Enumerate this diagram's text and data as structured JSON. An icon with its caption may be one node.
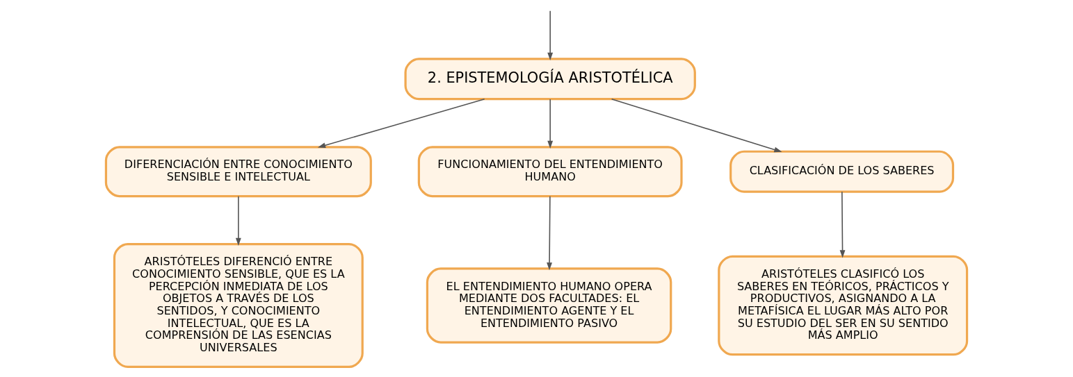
{
  "diagram": {
    "nodes": [
      {
        "text": [
          "2. EPISTEMOLOGÍA ARISTOTÉLICA"
        ]
      },
      {
        "text": [
          "DIFERENCIACIÓN ENTRE CONOCIMIENTO SENSIBLE E INTELECTUAL"
        ]
      },
      {
        "text": [
          "FUNCIONAMIENTO DEL ENTENDIMIENTO HUMANO"
        ]
      },
      {
        "text": [
          "CLASIFICACIÓN DE LOS SABERES"
        ]
      },
      {
        "text": [
          "ARISTÓTELES DIFERENCIÓ ENTRE CONOCIMIENTO SENSIBLE, QUE ES LA PERCEPCIÓN INMEDIATA DE LOS OBJETOS A TRAVÉS DE LOS SENTIDOS, Y CONOCIMIENTO INTELECTUAL, QUE ES LA COMPRENSIÓN DE LAS ESENCIAS UNIVERSALES"
        ]
      },
      {
        "text": [
          "EL ENTENDIMIENTO HUMANO OPERA MEDIANTE DOS FACULTADES: EL ENTENDIMIENTO AGENTE Y EL ENTENDIMIENTO PASIVO"
        ]
      },
      {
        "text": [
          "ARISTÓTELES CLASIFICÓ LOS SABERES EN TEÓRICOS, PRÁCTICOS Y PRODUCTIVOS, ASIGNANDO A LA METAFÍSICA EL LUGAR MÁS ALTO POR SU ESTUDIO DEL SER EN SU SENTIDO MÁS AMPLIO"
        ]
      }
    ],
    "edges": [
      {
        "from": null,
        "to": 0,
        "arrow": "to"
      },
      {
        "from": 0,
        "to": 1,
        "arrow": "to"
      },
      {
        "from": 0,
        "to": 2,
        "arrow": "to"
      },
      {
        "from": 0,
        "to": 3,
        "arrow": "to"
      },
      {
        "from": 1,
        "to": 4,
        "arrow": "to"
      },
      {
        "from": 2,
        "to": 5,
        "arrow": "to"
      },
      {
        "from": 3,
        "to": 6,
        "arrow": "to"
      }
    ]
  }
}
